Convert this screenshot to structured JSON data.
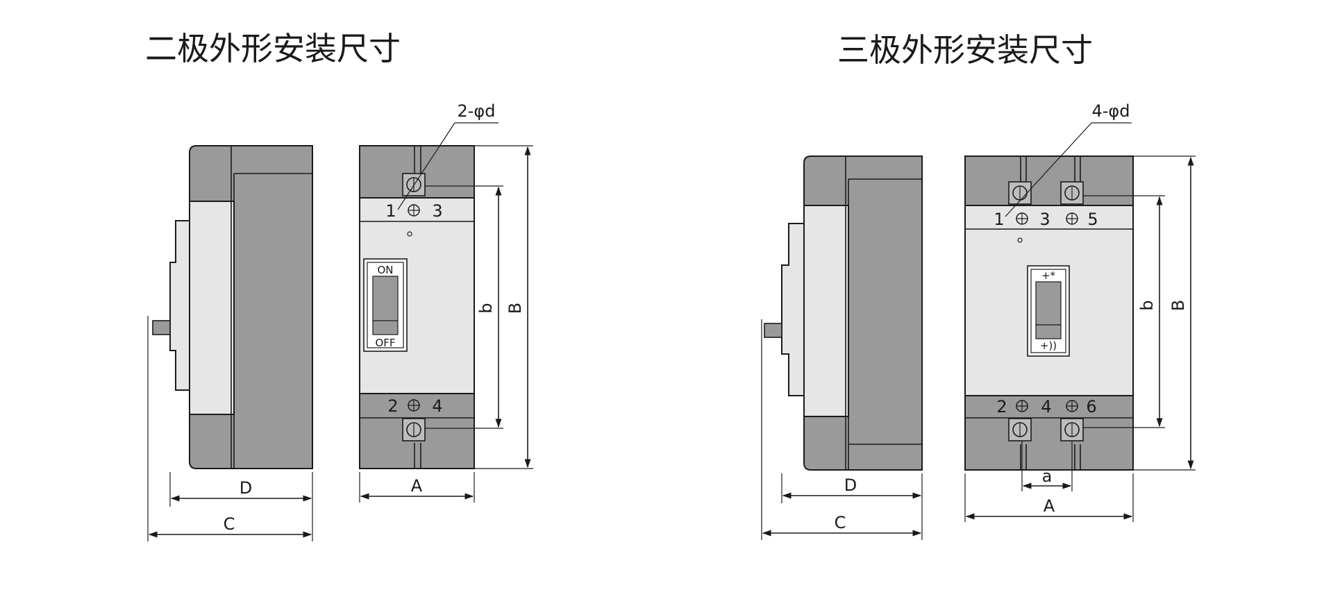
{
  "titles": {
    "two_pole": "二极外形安装尺寸",
    "three_pole": "三极外形安装尺寸"
  },
  "two_pole": {
    "hole_callout": "2-φd",
    "top_terminals": [
      "1",
      "3"
    ],
    "bottom_terminals": [
      "2",
      "4"
    ],
    "switch_on": "ON",
    "switch_off": "OFF",
    "dims": {
      "A": "A",
      "B": "B",
      "b": "b",
      "C": "C",
      "D": "D"
    }
  },
  "three_pole": {
    "hole_callout": "4-φd",
    "top_terminals": [
      "1",
      "3",
      "5"
    ],
    "bottom_terminals": [
      "2",
      "4",
      "6"
    ],
    "switch_top": "+*",
    "switch_bottom": "+))",
    "dims": {
      "A": "A",
      "B": "B",
      "b": "b",
      "a": "a",
      "C": "C",
      "D": "D"
    }
  },
  "colors": {
    "body_dark": "#9a9a9a",
    "face_light": "#e6e6e6",
    "line": "#1a1a1a"
  }
}
